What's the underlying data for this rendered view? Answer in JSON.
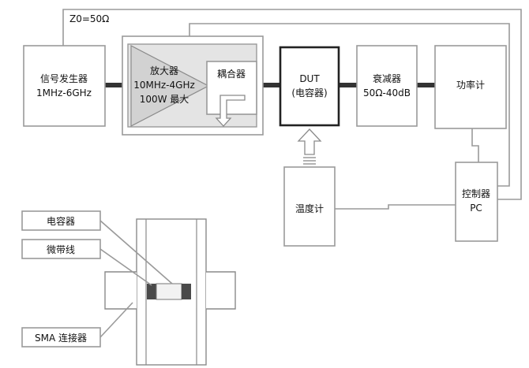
{
  "impedance_label": "Z0=50Ω",
  "blocks": {
    "signal_generator": {
      "line1": "信号发生器",
      "line2": "1MHz-6GHz"
    },
    "amplifier": {
      "line1": "放大器",
      "line2": "10MHz-4GHz",
      "line3": "100W 最大"
    },
    "coupler": {
      "line1": "耦合器"
    },
    "dut": {
      "line1": "DUT",
      "line2": "(电容器)"
    },
    "attenuator": {
      "line1": "衰减器",
      "line2": "50Ω-40dB"
    },
    "power_meter": {
      "line1": "功率计"
    },
    "controller": {
      "line1": "控制器",
      "line2": "PC"
    },
    "thermometer": {
      "line1": "温度计"
    }
  },
  "callouts": {
    "capacitor": "电容器",
    "microstrip": "微带线",
    "sma_connector": "SMA 连接器"
  }
}
